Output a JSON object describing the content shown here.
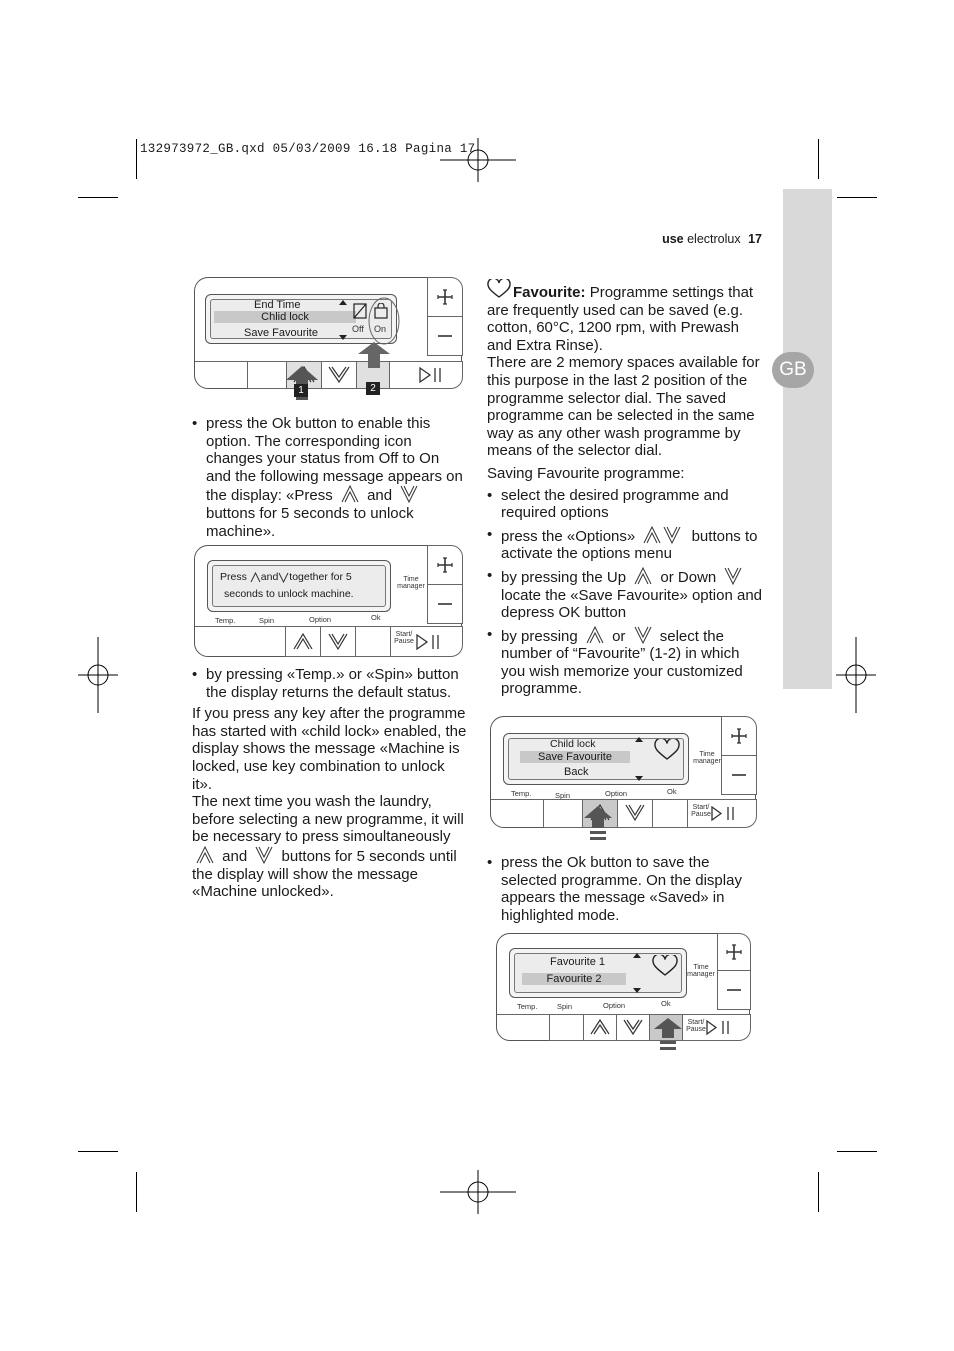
{
  "print_header": "132973972_GB.qxd  05/03/2009  16.18  Pagina  17",
  "running_head": {
    "section": "use",
    "brand": "electrolux",
    "page": "17"
  },
  "language_tab": "GB",
  "left_column": {
    "figure1": {
      "menu": [
        "End Time",
        "Chlid lock",
        "Save Favourite"
      ],
      "status": [
        "Off",
        "On"
      ],
      "step_badges": [
        "1",
        "2"
      ]
    },
    "bullet1": "press the Ok button to enable this option. The corresponding icon changes your status from Off to On and the following message appears on the display: «Press",
    "bullet1_and": "and",
    "bullet1_end": "buttons for 5 seconds to unlock machine».",
    "figure2": {
      "line1_a": "Press",
      "line1_b": "and",
      "line1_c": "together for 5",
      "line2": "seconds to unlock machine.",
      "labels": [
        "Temp.",
        "Spin",
        "Option",
        "Ok"
      ],
      "time_manager": "Time manager",
      "start_pause": "Start/ Pause"
    },
    "bullet2": "by pressing «Temp.» or «Spin» button the display returns the default status.",
    "para1": "If you press any key after the programme has started with «child lock» enabled, the display shows the message «Machine is locked, use key combination to unlock it».",
    "para2_a": "The next time you wash the laundry, before selecting a new programme, it will be necessary to press simoultaneously",
    "para2_and": "and",
    "para2_b": "buttons for 5 seconds until the display will show the message «Machine unlocked»."
  },
  "right_column": {
    "favourite_title": "Favourite:",
    "favourite_text": "Programme settings that are frequently used can be saved (e.g. cotton, 60°C, 1200 rpm, with Prewash and Extra Rinse).",
    "memory_text": "There are 2 memory spaces available for this purpose in the last 2 position of the programme selector dial. The saved programme can be selected in the same way as any other wash programme by means of the selector dial.",
    "saving_title": "Saving Favourite programme:",
    "bullets": [
      {
        "a": "select the desired programme and required options"
      },
      {
        "a": "press the «Options»",
        "b": "buttons to activate the options menu"
      },
      {
        "a": "by pressing the Up",
        "or": "or Down",
        "b": "locate the «Save Favourite» option and depress OK button"
      },
      {
        "a": "by pressing",
        "or": "or",
        "b": "select the number of “Favourite” (1-2) in which you wish memorize your customized programme."
      }
    ],
    "figure3": {
      "menu": [
        "Child lock",
        "Save Favourite",
        "Back"
      ],
      "labels": [
        "Temp.",
        "Spin",
        "Option",
        "Ok"
      ],
      "time_manager": "Time manager",
      "start_pause": "Start/ Pause"
    },
    "bullet_ok": "press the Ok button to save the selected programme. On the display appears the message «Saved» in highlighted mode.",
    "figure4": {
      "menu": [
        "Favourite 1",
        "Favourite 2"
      ],
      "labels": [
        "Temp.",
        "Spin",
        "Option",
        "Ok"
      ],
      "time_manager": "Time manager",
      "start_pause": "Start/ Pause"
    }
  }
}
